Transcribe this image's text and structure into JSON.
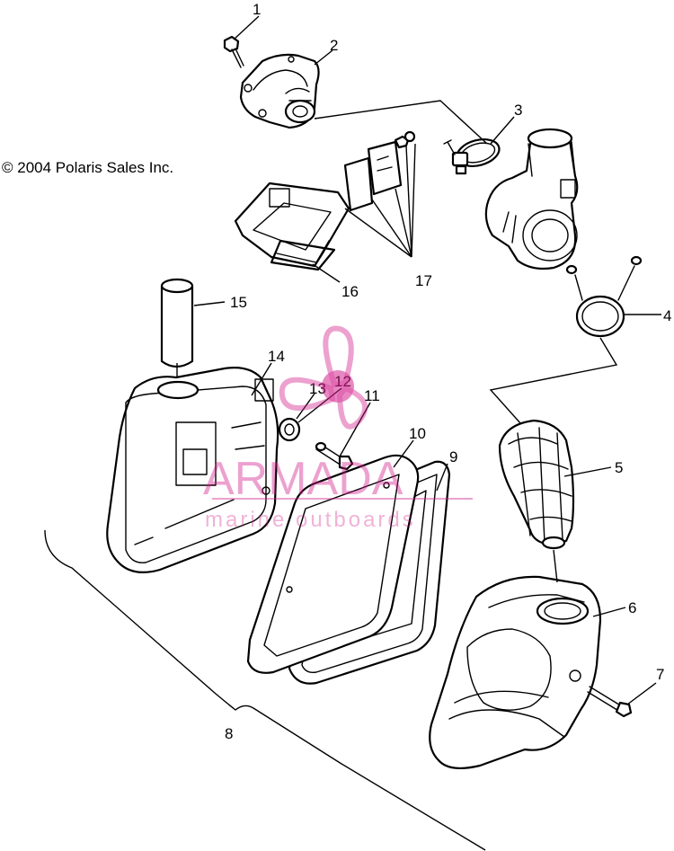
{
  "copyright": "© 2004 Polaris Sales Inc.",
  "callouts": [
    {
      "id": "1",
      "label": "1"
    },
    {
      "id": "2",
      "label": "2"
    },
    {
      "id": "3",
      "label": "3"
    },
    {
      "id": "4",
      "label": "4"
    },
    {
      "id": "5",
      "label": "5"
    },
    {
      "id": "6",
      "label": "6"
    },
    {
      "id": "7",
      "label": "7"
    },
    {
      "id": "8",
      "label": "8"
    },
    {
      "id": "9",
      "label": "9"
    },
    {
      "id": "10",
      "label": "10"
    },
    {
      "id": "11",
      "label": "11"
    },
    {
      "id": "12",
      "label": "12"
    },
    {
      "id": "13",
      "label": "13"
    },
    {
      "id": "14",
      "label": "14"
    },
    {
      "id": "15",
      "label": "15"
    },
    {
      "id": "16",
      "label": "16"
    },
    {
      "id": "17",
      "label": "17"
    }
  ],
  "watermark": {
    "brand": "ARMADA",
    "tagline": "marine outboards",
    "color": "#d21b8a"
  }
}
